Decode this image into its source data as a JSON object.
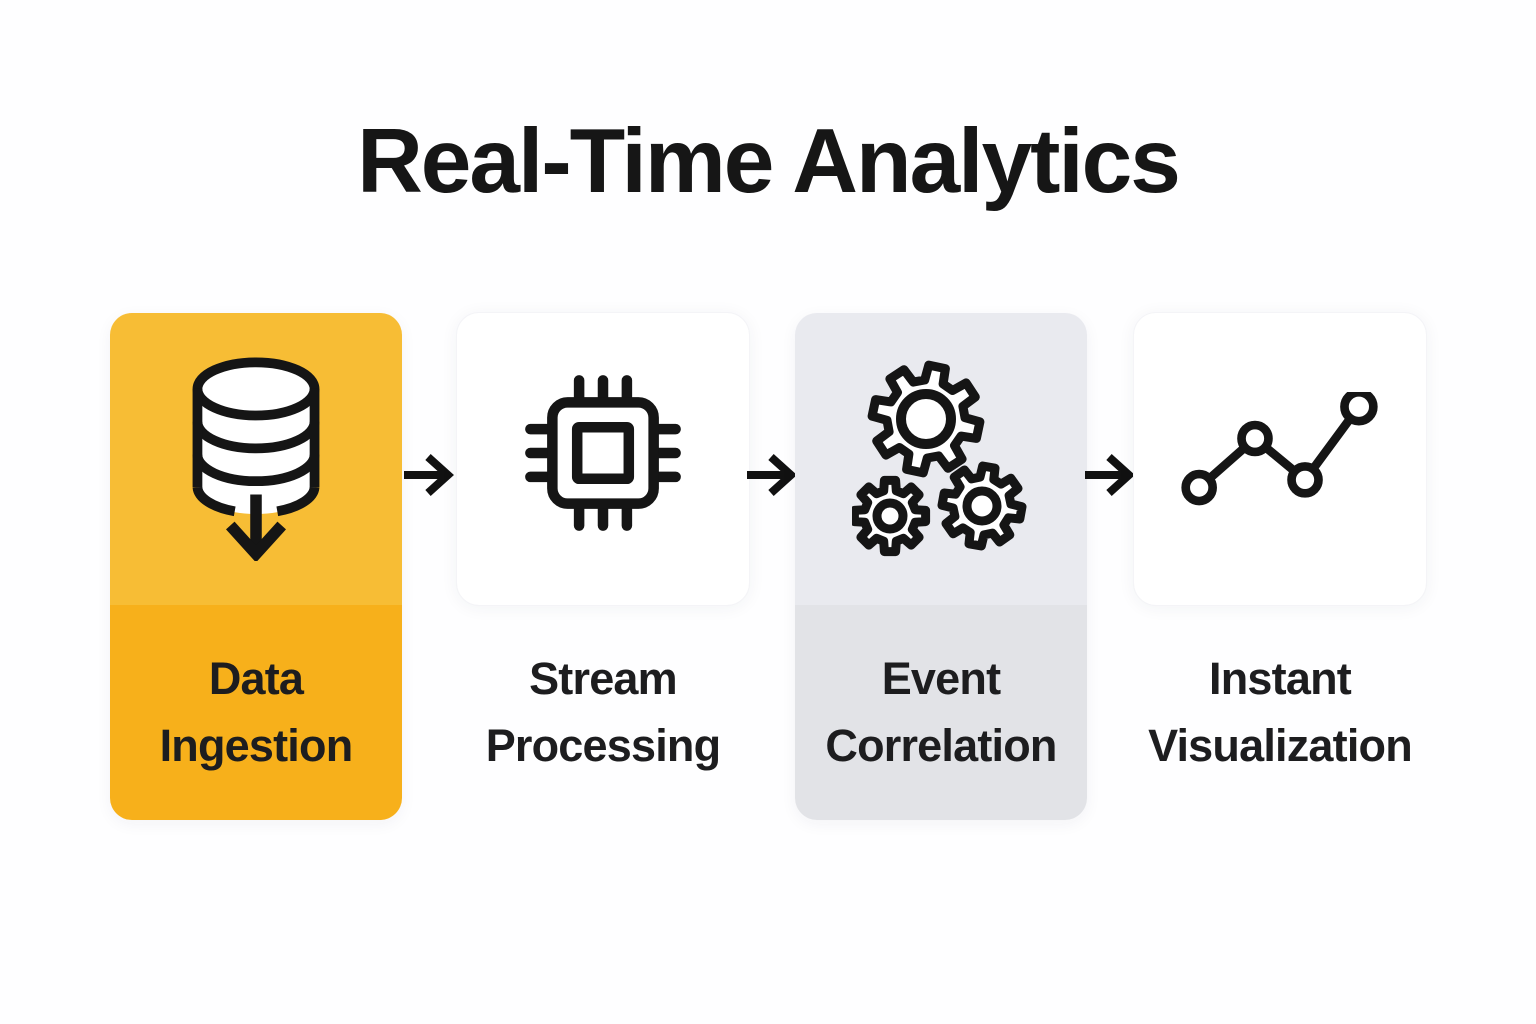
{
  "title": "Real-Time Analytics",
  "flow": {
    "steps": [
      {
        "label": "Data Ingestion",
        "icon": "database-ingest-icon",
        "state": "highlighted",
        "colors": {
          "top": "#F7BD35",
          "bottom": "#F7B01B"
        }
      },
      {
        "label": "Stream Processing",
        "icon": "cpu-chip-icon",
        "state": "default",
        "colors": {
          "top": "#FFFFFF",
          "bottom": "transparent"
        }
      },
      {
        "label": "Event Correlation",
        "icon": "gears-icon",
        "state": "tinted",
        "colors": {
          "top": "#E9EAEF",
          "bottom": "#E2E3E7"
        }
      },
      {
        "label": "Instant Visualization",
        "icon": "line-chart-icon",
        "state": "default",
        "colors": {
          "top": "#FFFFFF",
          "bottom": "transparent"
        }
      }
    ],
    "connector_icon": "arrow-right-icon"
  },
  "colors": {
    "background": "#FFFFFF",
    "title_text": "#161616",
    "label_text": "#1D1D1F",
    "icon_stroke": "#151515",
    "arrow": "#111111"
  }
}
